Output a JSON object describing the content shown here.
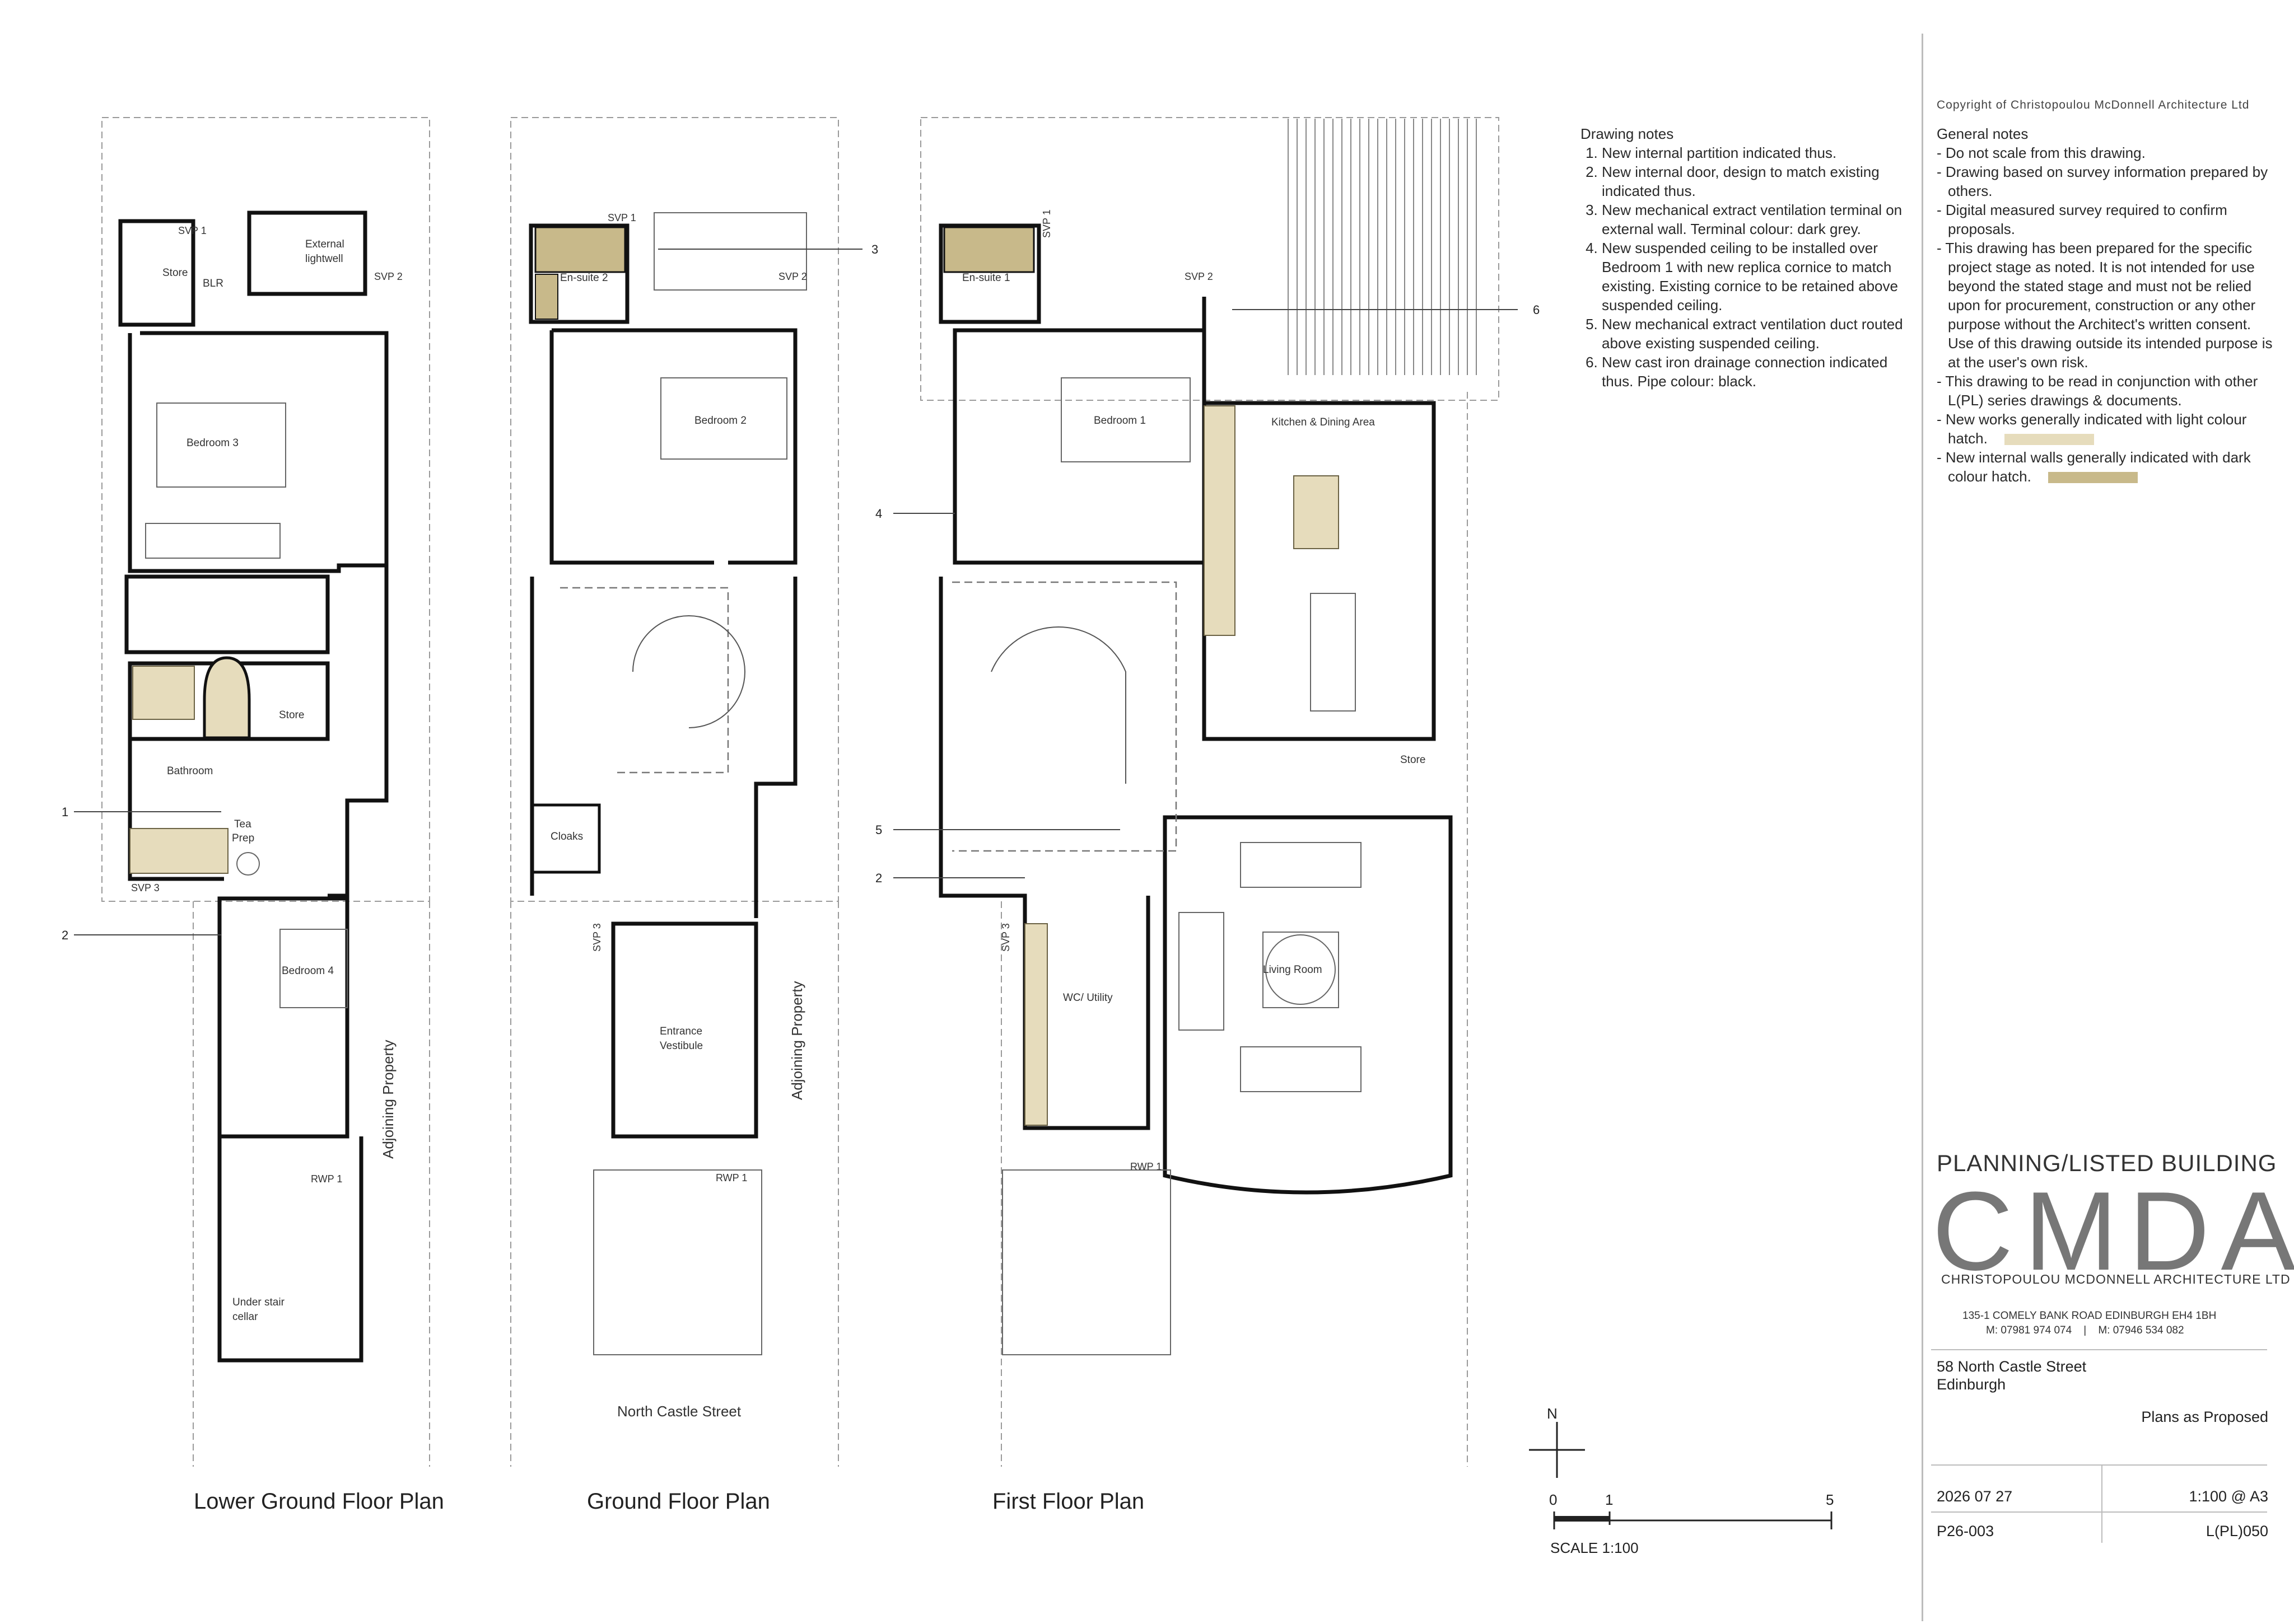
{
  "plans": {
    "lower_ground_title": "Lower Ground Floor Plan",
    "ground_title": "Ground Floor Plan",
    "first_title": "First Floor Plan"
  },
  "rooms": {
    "store_lg": "Store",
    "external_lightwell_1": "External",
    "external_lightwell_2": "lightwell",
    "blr": "BLR",
    "bedroom3": "Bedroom 3",
    "store_lg2": "Store",
    "bathroom": "Bathroom",
    "tea_prep_1": "Tea",
    "tea_prep_2": "Prep",
    "bedroom4": "Bedroom 4",
    "under_stair_1": "Under stair",
    "under_stair_2": "cellar",
    "ensuite2": "En-suite 2",
    "bedroom2": "Bedroom 2",
    "cloaks": "Cloaks",
    "entrance_1": "Entrance",
    "entrance_2": "Vestibule",
    "ensuite1": "En-suite 1",
    "bedroom1": "Bedroom 1",
    "kitchen": "Kitchen & Dining Area",
    "store_ff": "Store",
    "living": "Living Room",
    "wc_utility": "WC/ Utility"
  },
  "pipes": {
    "svp1_lg": "SVP 1",
    "svp2_lg": "SVP 2",
    "svp3_lg": "SVP 3",
    "rwp1_lg": "RWP 1",
    "svp1_g": "SVP 1",
    "svp2_g": "SVP 2",
    "svp3_g": "SVP 3",
    "rwp1_g": "RWP 1",
    "svp1_f": "SVP 1",
    "svp2_f": "SVP 2",
    "svp3_f": "SVP 3",
    "rwp1_f": "RWP 1"
  },
  "markers": {
    "m1": "1",
    "m2a": "2",
    "m2b": "2",
    "m3": "3",
    "m4": "4",
    "m5": "5",
    "m6": "6"
  },
  "context": {
    "adjoining_1": "Adjoining Property",
    "adjoining_2": "Adjoining Property",
    "street": "North Castle Street"
  },
  "drawing_notes": {
    "heading": "Drawing notes",
    "items": [
      "New internal partition indicated thus.",
      "New internal door, design to match existing indicated thus.",
      "New mechanical extract ventilation terminal on external wall. Terminal colour: dark grey.",
      "New suspended ceiling to be installed over Bedroom 1 with new replica cornice to match existing. Existing cornice to be retained above suspended ceiling.",
      "New mechanical extract ventilation duct routed above existing suspended ceiling.",
      "New cast iron drainage connection indicated thus. Pipe colour: black."
    ]
  },
  "general_notes": {
    "copyright": "Copyright of Christopoulou McDonnell Architecture Ltd",
    "heading": "General notes",
    "items": [
      "- Do not scale from this drawing.",
      "- Drawing based on survey information prepared by others.",
      "- Digital measured survey required to confirm proposals.",
      "- This drawing has been prepared for the specific project stage as noted. It is not intended for use beyond the stated stage and must not be relied upon for procurement, construction or any other purpose without the Architect's written consent. Use of this drawing outside its intended purpose is at the user's own risk.",
      "- This drawing to be read in conjunction with other L(PL) series drawings & documents.",
      "- New works generally indicated with light colour hatch.",
      "- New internal walls generally indicated with dark colour hatch."
    ],
    "light_hatch_color": "#e6dcbc",
    "dark_hatch_color": "#c8b98a"
  },
  "title_block": {
    "stage": "PLANNING/LISTED BUILDING",
    "logo": "CMDA",
    "practice": "CHRISTOPOULOU MCDONNELL ARCHITECTURE LTD",
    "address": "135-1 COMELY BANK ROAD EDINBURGH  EH4 1BH",
    "phones": "M: 07981 974 074    |    M: 07946 534 082",
    "project_line1": "58 North Castle Street",
    "project_line2": "Edinburgh",
    "drawing_title": "Plans as Proposed",
    "date": "2026 07 27",
    "scale_a3": "1:100 @ A3",
    "job_no": "P26-003",
    "drawing_no": "L(PL)050"
  },
  "scale_bar": {
    "north": "N",
    "tick0": "0",
    "tick1": "1",
    "tick5": "5",
    "label": "SCALE 1:100"
  }
}
